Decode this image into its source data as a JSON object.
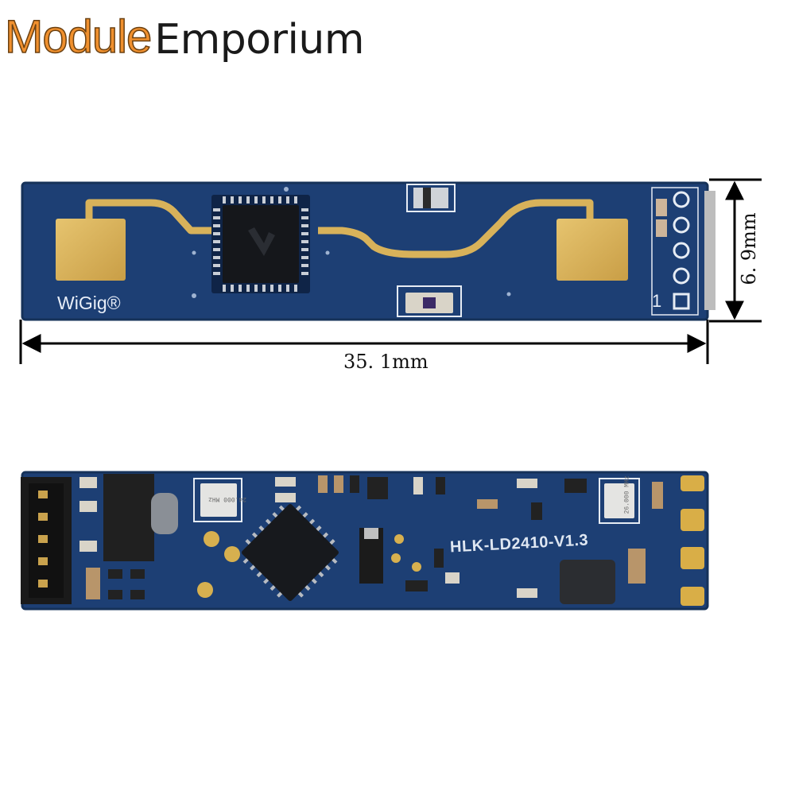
{
  "brand": {
    "part_a": "Module",
    "part_b": "Emporium",
    "accent_color": "#f0902e"
  },
  "dimensions": {
    "width_label": "35. 1mm",
    "height_label": "6. 9mm"
  },
  "board_front": {
    "silkscreen_logo": "WiGig®",
    "pin_marker": "1",
    "pcb_color": "#1d3f74",
    "antenna_color": "#d8b25a"
  },
  "board_back": {
    "model_label": "HLK-LD2410-V1.3",
    "crystal_1": "24.000 MHz",
    "crystal_2": "26.000 MHz"
  }
}
